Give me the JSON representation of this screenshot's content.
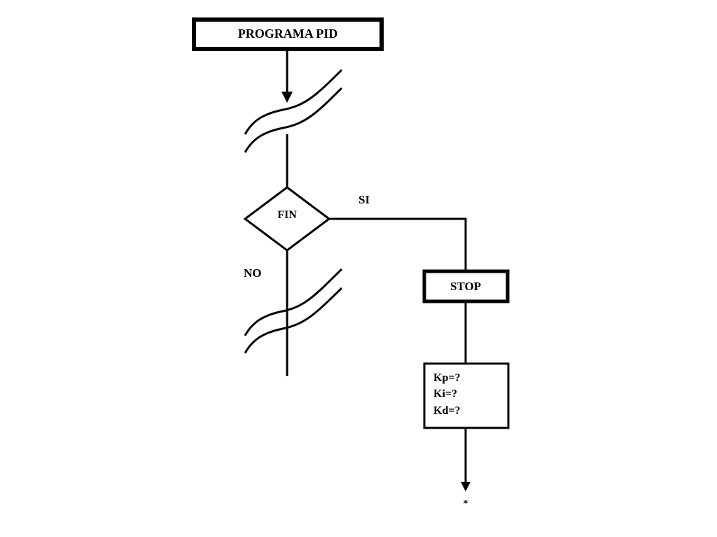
{
  "diagram": {
    "start_label": "PROGRAMA PID",
    "decision_label": "FIN",
    "yes_label": "SI",
    "no_label": "NO",
    "stop_label": "STOP",
    "gains": [
      "Kp=?",
      "Ki=?",
      "Kd=?"
    ],
    "continuation_mark": "*"
  }
}
